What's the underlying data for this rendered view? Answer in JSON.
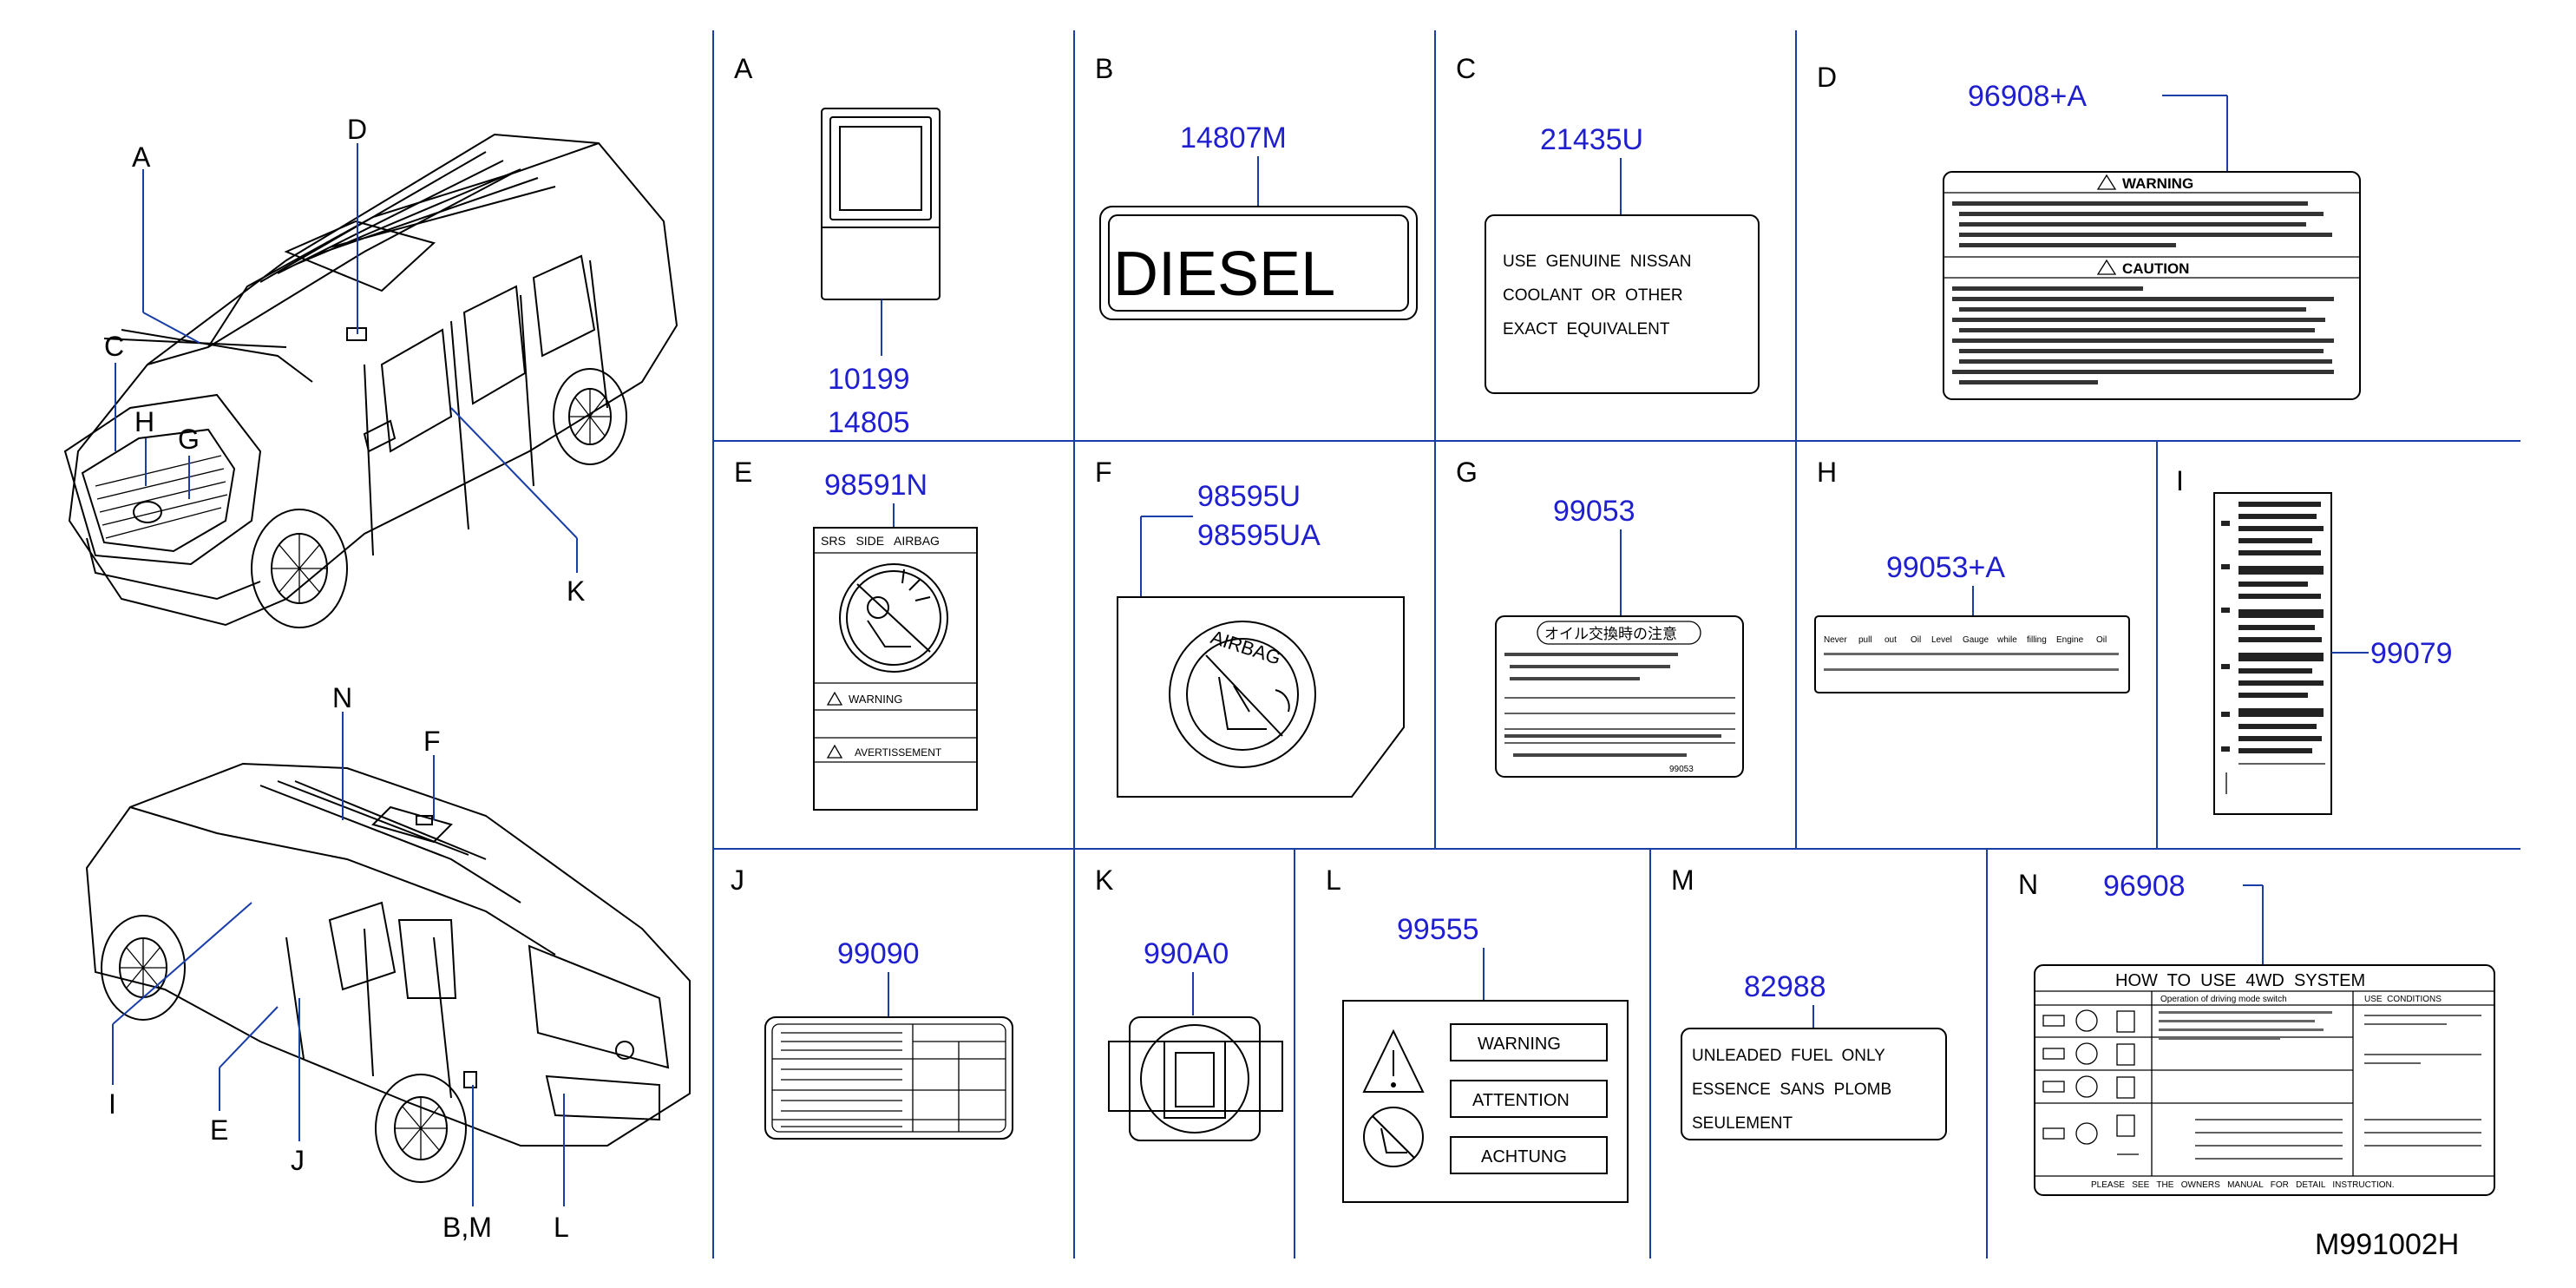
{
  "vehicle_callouts": {
    "front": [
      "A",
      "D",
      "C",
      "H",
      "G",
      "K"
    ],
    "rear": [
      "N",
      "F",
      "I",
      "E",
      "J",
      "B,M",
      "L"
    ]
  },
  "panels": [
    {
      "letter": "A",
      "parts": [
        "10199",
        "14805"
      ]
    },
    {
      "letter": "B",
      "parts": [
        "14807M"
      ],
      "label_text": "DIESEL"
    },
    {
      "letter": "C",
      "parts": [
        "21435U"
      ],
      "label_lines": [
        "USE  GENUINE  NISSAN",
        "COOLANT  OR  OTHER",
        "EXACT  EQUIVALENT"
      ]
    },
    {
      "letter": "D",
      "parts": [
        "96908+A"
      ],
      "headings": [
        "WARNING",
        "CAUTION"
      ]
    },
    {
      "letter": "E",
      "parts": [
        "98591N"
      ],
      "label_lines": [
        "SRS   SIDE   AIRBAG",
        "WARNING",
        "AVERTISSEMENT"
      ]
    },
    {
      "letter": "F",
      "parts": [
        "98595U",
        "98595UA"
      ],
      "label_text": "AIRBAG"
    },
    {
      "letter": "G",
      "parts": [
        "99053"
      ],
      "label_title": "オイル交換時の注意",
      "label_code": "99053"
    },
    {
      "letter": "H",
      "parts": [
        "99053+A"
      ],
      "label_words": [
        "Never",
        "pull",
        "out",
        "Oil",
        "Level",
        "Gauge",
        "while",
        "filling",
        "Engine",
        "Oil"
      ]
    },
    {
      "letter": "I",
      "parts": [
        "99079"
      ]
    },
    {
      "letter": "J",
      "parts": [
        "99090"
      ]
    },
    {
      "letter": "K",
      "parts": [
        "990A0"
      ]
    },
    {
      "letter": "L",
      "parts": [
        "99555"
      ],
      "label_lines": [
        "WARNING",
        "ATTENTION",
        "ACHTUNG"
      ]
    },
    {
      "letter": "M",
      "parts": [
        "82988"
      ],
      "label_lines": [
        "UNLEADED  FUEL  ONLY",
        "ESSENCE  SANS  PLOMB",
        "SEULEMENT"
      ]
    },
    {
      "letter": "N",
      "parts": [
        "96908"
      ],
      "label_title": "HOW  TO  USE  4WD  SYSTEM",
      "label_header": [
        "Operation of driving mode switch",
        "USE  CONDITIONS"
      ],
      "label_footer": "PLEASE   SEE   THE   OWNERS   MANUAL   FOR   DETAIL   INSTRUCTION."
    }
  ],
  "diagram_code": "M991002H"
}
